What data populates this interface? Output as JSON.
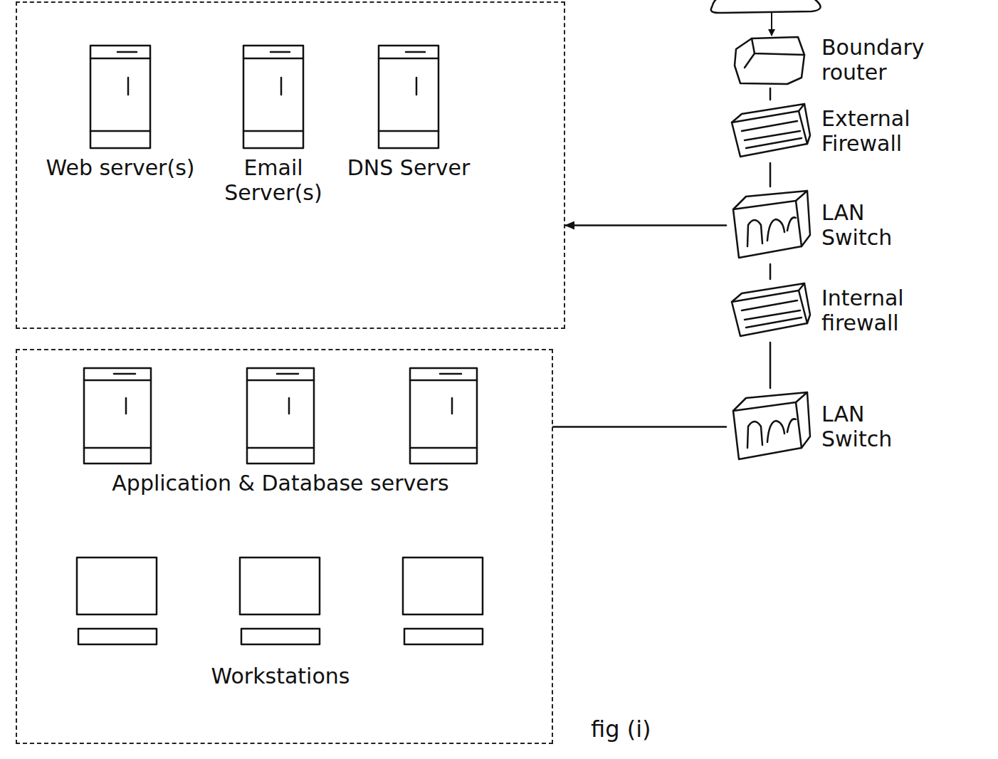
{
  "diagram": {
    "caption": "fig (i)",
    "nodes": [
      {
        "text": []
      },
      {
        "text": [
          "Web server(s)"
        ],
        "in": 0
      },
      {
        "text": [
          "Email Server(s)"
        ],
        "in": 0
      },
      {
        "text": [
          "DNS Server"
        ],
        "in": 0
      },
      {
        "text": []
      },
      {
        "text": [
          "Application & Database servers"
        ],
        "in": 4
      },
      {
        "text": [
          "Workstations"
        ],
        "in": 4
      },
      {
        "text": [
          "Boundary router"
        ]
      },
      {
        "text": [
          "External Firewall"
        ]
      },
      {
        "text": [
          "LAN Switch"
        ]
      },
      {
        "text": [
          "Internal firewall"
        ]
      },
      {
        "text": [
          "LAN Switch"
        ]
      }
    ],
    "edges": [
      {
        "from": 7,
        "to": 8,
        "arrow": "none"
      },
      {
        "from": 8,
        "to": 9,
        "arrow": "none"
      },
      {
        "from": 9,
        "to": 10,
        "arrow": "none"
      },
      {
        "from": 10,
        "to": 11,
        "arrow": "none"
      },
      {
        "from": 9,
        "to": 0,
        "arrow": "to"
      },
      {
        "from": 11,
        "to": 4,
        "arrow": "none"
      }
    ]
  }
}
